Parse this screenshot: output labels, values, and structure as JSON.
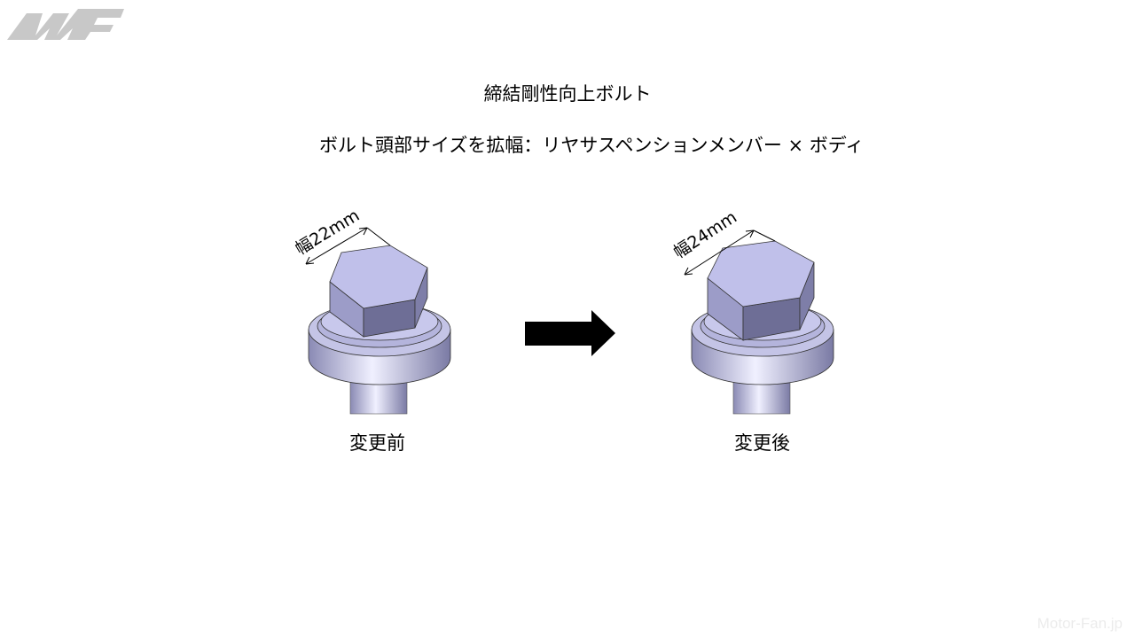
{
  "title": "締結剛性向上ボルト",
  "subtitle": "ボルト頭部サイズを拡幅：リヤサスペンションメンバー × ボディ",
  "before": {
    "caption": "変更前",
    "width_label": "幅22mm"
  },
  "after": {
    "caption": "変更後",
    "width_label": "幅24mm"
  },
  "watermark": "Motor-Fan.jp",
  "colors": {
    "bolt_light": "#c8c8ec",
    "bolt_mid": "#9c9cc8",
    "bolt_dark": "#6e6e96",
    "arrow": "#000000"
  }
}
